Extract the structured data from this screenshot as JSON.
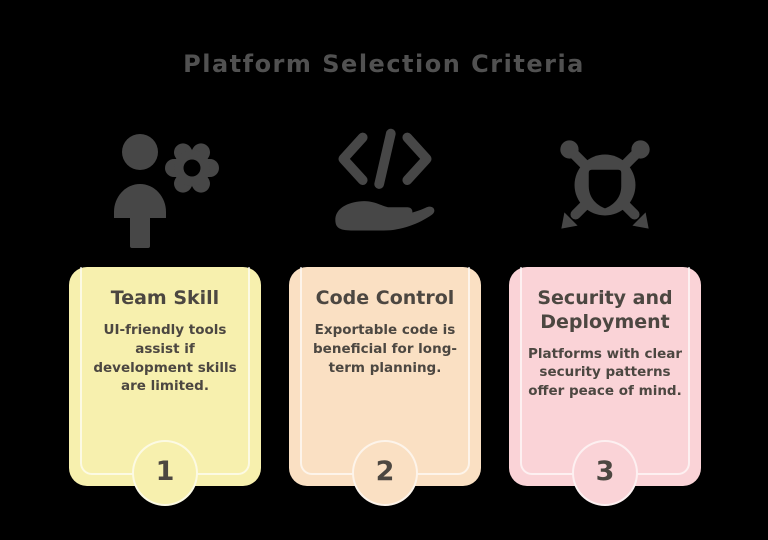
{
  "title": "Platform Selection Criteria",
  "colors": {
    "background": "#000000",
    "icon": "#474747",
    "title_text": "#515151",
    "card_text": "#4c4741",
    "inner_line": "rgba(255,255,255,0.65)"
  },
  "cards": [
    {
      "icon": "person-gear-icon",
      "heading": "Team Skill",
      "body": "UI-friendly tools assist if development skills are limited.",
      "number": "1",
      "bg": "#f7f0ae"
    },
    {
      "icon": "code-hand-icon",
      "heading": "Code Control",
      "body": "Exportable code is beneficial for long-term planning.",
      "number": "2",
      "bg": "#fae0c3"
    },
    {
      "icon": "shield-network-icon",
      "heading": "Security and Deployment",
      "body": "Platforms with clear security patterns offer peace of mind.",
      "number": "3",
      "bg": "#fad3d7"
    }
  ]
}
